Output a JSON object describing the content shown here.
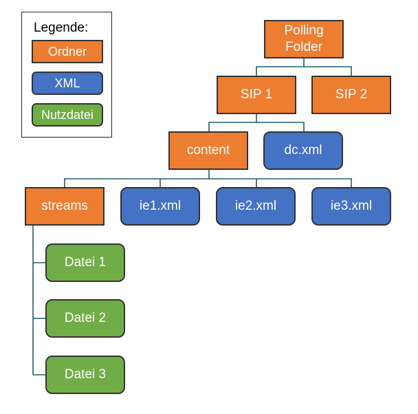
{
  "colors": {
    "folder": "#ED7D31",
    "xml": "#4472C4",
    "file": "#70AD47",
    "connector": "#1F5C6B"
  },
  "legend": {
    "title": "Legende:",
    "items": [
      {
        "label": "Ordner",
        "kind": "folder"
      },
      {
        "label": "XML",
        "kind": "xml"
      },
      {
        "label": "Nutzdatei",
        "kind": "file"
      }
    ]
  },
  "nodes": {
    "polling_folder": "Polling\nFolder",
    "sip1": "SIP 1",
    "sip2": "SIP 2",
    "content": "content",
    "dc_xml": "dc.xml",
    "streams": "streams",
    "ie1_xml": "ie1.xml",
    "ie2_xml": "ie2.xml",
    "ie3_xml": "ie3.xml",
    "datei1": "Datei 1",
    "datei2": "Datei 2",
    "datei3": "Datei 3"
  }
}
